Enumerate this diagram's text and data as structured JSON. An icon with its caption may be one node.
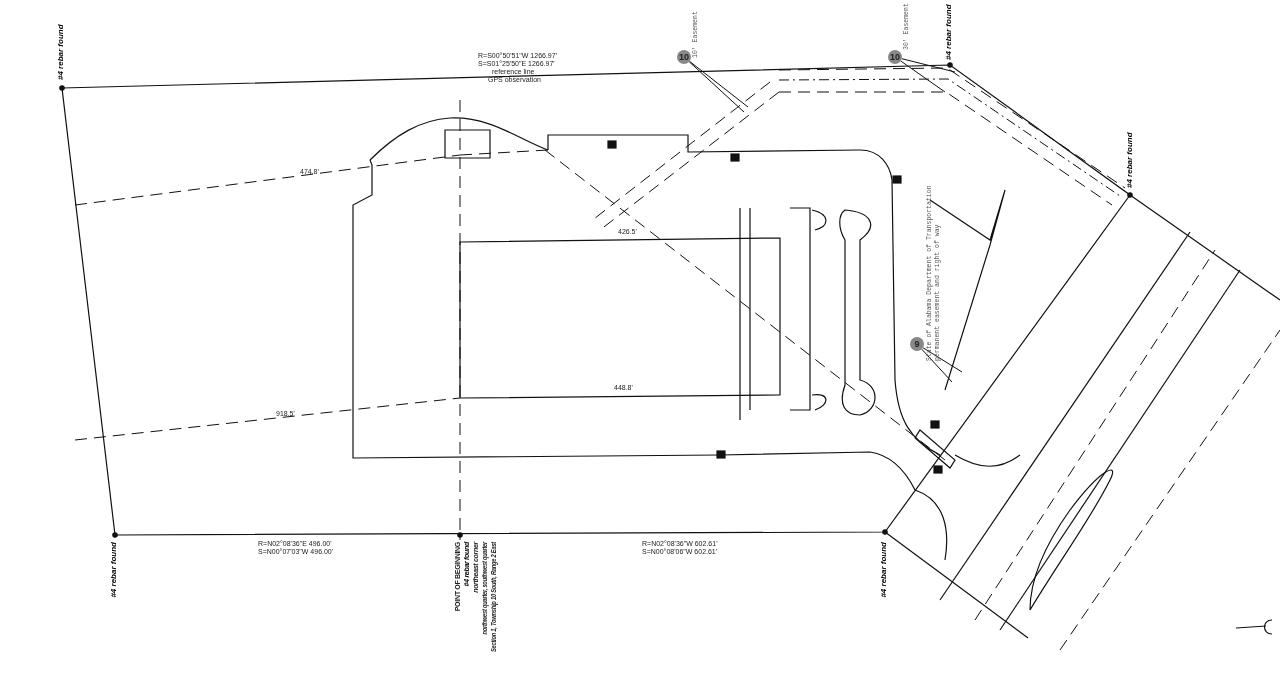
{
  "diagram": {
    "nodes": [
      {
        "text": [
          "10"
        ],
        "beside": [
          "10' Easement"
        ]
      },
      {
        "text": [
          "10"
        ],
        "beside": [
          "30' Easement"
        ]
      },
      {
        "text": [
          "9"
        ],
        "beside": [
          "State of Alabama Department of Transportation permanent easement and right of way"
        ]
      }
    ],
    "edges": [
      {
        "from": 0,
        "to": null,
        "arrow": "none"
      },
      {
        "from": 0,
        "to": null,
        "arrow": "none"
      },
      {
        "from": 1,
        "to": null,
        "arrow": "none"
      },
      {
        "from": 1,
        "to": null,
        "arrow": "none"
      },
      {
        "from": 2,
        "to": null,
        "arrow": "none"
      },
      {
        "from": 2,
        "to": null,
        "arrow": "none"
      }
    ],
    "labels": [
      "R=S00°50'51\"W 1266.97'",
      "S=S01°25'50\"E 1266.97'",
      "reference line",
      "GPS observation",
      "#4 rebar found",
      "#4 rebar found",
      "474.8'",
      "#4 rebar found",
      "426.5'",
      "448.8'",
      "918.5'",
      "R=N02°08'36\"E 496.00'",
      "S=N00°07'03\"W 496.00'",
      "R=N02°08'36\"W 602.61'",
      "S=N00°08'06\"W 602.61'",
      "#4 rebar found",
      "POINT OF BEGINNING",
      "#4 rebar found",
      "northeast corner",
      "northwest quarter, southwest quarter",
      "Section 1, Township 10 South, Range 2 East",
      "#4 rebar found"
    ]
  }
}
